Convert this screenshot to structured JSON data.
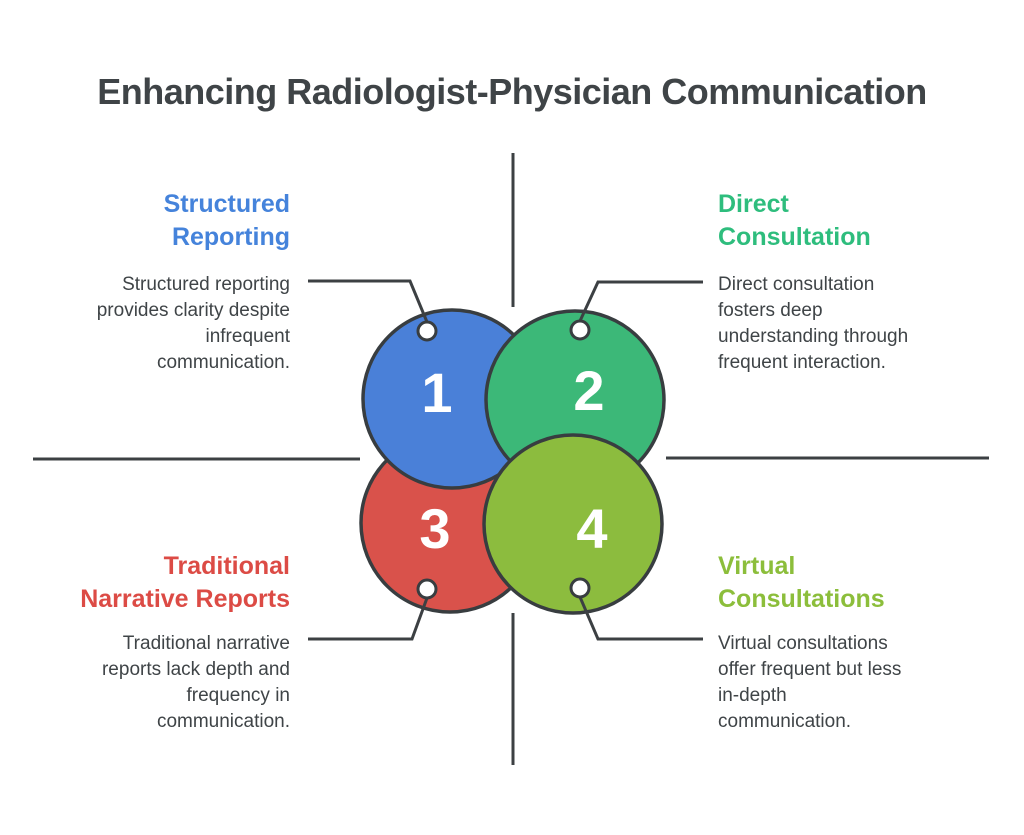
{
  "title": "Enhancing Radiologist-Physician Communication",
  "palette": {
    "background": "#ffffff",
    "line": "#3c4043",
    "circle_outline": "#383d40",
    "body_text": "#3f4447",
    "number_text": "#ffffff",
    "ring_fill": "#ffffff"
  },
  "circles": [
    {
      "number": "1",
      "fill": "#4a80d8"
    },
    {
      "number": "2",
      "fill": "#3cb878"
    },
    {
      "number": "3",
      "fill": "#d9524b"
    },
    {
      "number": "4",
      "fill": "#8cbc3e"
    }
  ],
  "quadrants": [
    {
      "heading": "Structured\nReporting",
      "heading_color": "#4583db",
      "description": "Structured reporting\nprovides clarity despite\ninfrequent\ncommunication."
    },
    {
      "heading": "Direct\nConsultation",
      "heading_color": "#2ebd7d",
      "description": "Direct consultation\nfosters deep\nunderstanding through\nfrequent interaction."
    },
    {
      "heading": "Traditional\nNarrative Reports",
      "heading_color": "#dc4b45",
      "description": "Traditional narrative\nreports lack depth and\nfrequency in\ncommunication."
    },
    {
      "heading": "Virtual\nConsultations",
      "heading_color": "#8cbe3b",
      "description": "Virtual consultations\noffer frequent but less\nin-depth\ncommunication."
    }
  ]
}
